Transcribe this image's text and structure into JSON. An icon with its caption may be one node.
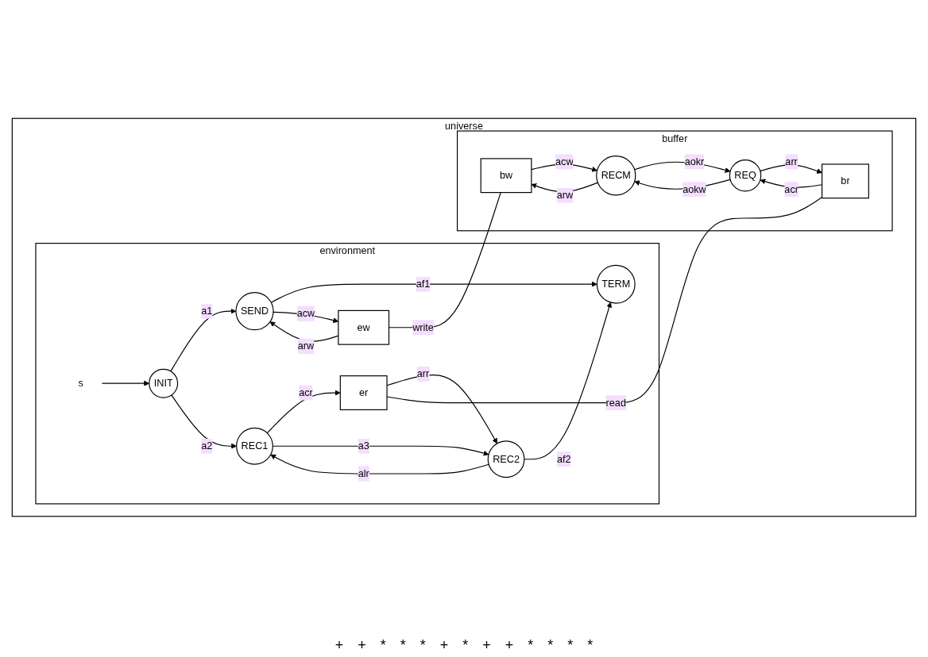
{
  "diagram": {
    "nodes": [
      {
        "text": [
          "universe"
        ]
      },
      {
        "text": [
          "environment"
        ],
        "in": 0
      },
      {
        "text": [
          "buffer"
        ],
        "in": 0
      },
      {
        "text": [
          "s"
        ],
        "in": 1
      },
      {
        "text": [
          "INIT"
        ],
        "in": 1
      },
      {
        "text": [
          "SEND"
        ],
        "in": 1
      },
      {
        "text": [
          "TERM"
        ],
        "in": 1
      },
      {
        "text": [
          "REC2"
        ],
        "in": 1
      },
      {
        "text": [
          "REC1"
        ],
        "in": 1
      },
      {
        "text": [
          "ew"
        ],
        "in": 1
      },
      {
        "text": [
          "er"
        ],
        "in": 1
      },
      {
        "text": [
          "bw"
        ],
        "in": 2
      },
      {
        "text": [
          "br"
        ],
        "in": 2
      },
      {
        "text": [
          "RECM"
        ],
        "in": 2
      },
      {
        "text": [
          "REQ"
        ],
        "in": 2
      }
    ],
    "edges": [
      {
        "from": 3,
        "to": 4,
        "arrow": "to"
      },
      {
        "from": 4,
        "to": 5,
        "label": "a1",
        "arrow": "to"
      },
      {
        "from": 4,
        "to": 8,
        "label": "a2",
        "arrow": "to"
      },
      {
        "from": 5,
        "to": 6,
        "label": "af1",
        "arrow": "to"
      },
      {
        "from": 5,
        "to": 9,
        "label": "acw",
        "arrow": "to"
      },
      {
        "from": 9,
        "to": 5,
        "label": "arw",
        "arrow": "to"
      },
      {
        "from": 7,
        "to": 6,
        "label": "af2",
        "arrow": "to"
      },
      {
        "from": 10,
        "to": 7,
        "label": "arr",
        "arrow": "to"
      },
      {
        "from": 8,
        "to": 10,
        "label": "acr",
        "arrow": "to"
      },
      {
        "from": 7,
        "to": 8,
        "label": "alr",
        "arrow": "to"
      },
      {
        "from": 8,
        "to": 7,
        "label": "a3",
        "arrow": "to"
      },
      {
        "from": 9,
        "to": 11,
        "label": "write",
        "arrow": "none"
      },
      {
        "from": 10,
        "to": 12,
        "label": "read",
        "arrow": "none"
      },
      {
        "from": 13,
        "to": 11,
        "label": "arw",
        "arrow": "to"
      },
      {
        "from": 11,
        "to": 13,
        "label": "acw",
        "arrow": "to"
      },
      {
        "from": 13,
        "to": 14,
        "label": "aokr",
        "arrow": "to"
      },
      {
        "from": 14,
        "to": 13,
        "label": "aokw",
        "arrow": "to"
      },
      {
        "from": 12,
        "to": 14,
        "label": "acr",
        "arrow": "to"
      },
      {
        "from": 14,
        "to": 12,
        "label": "arr",
        "arrow": "to"
      }
    ],
    "labels": [
      "+",
      "+",
      "*",
      "*",
      "*",
      "+",
      "*",
      "+",
      "+",
      "*",
      "*",
      "*",
      "*"
    ]
  }
}
